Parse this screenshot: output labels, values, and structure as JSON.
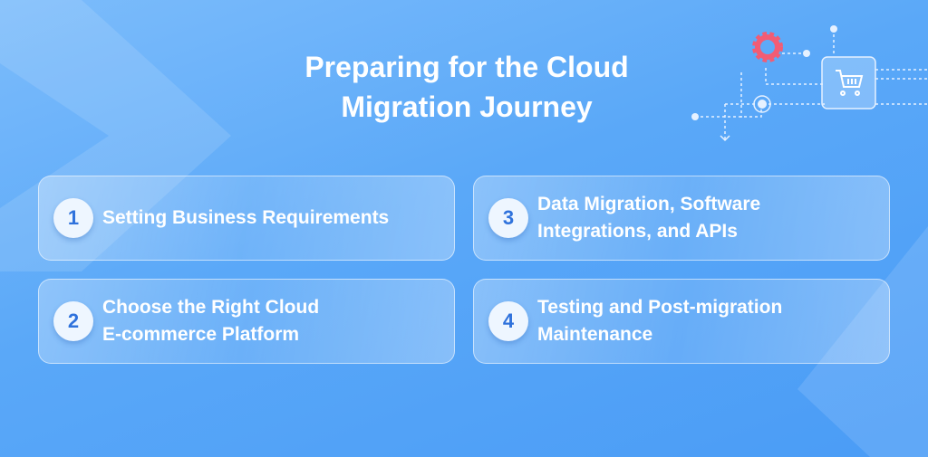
{
  "title": {
    "line1": "Preparing for the Cloud",
    "line2": "Migration Journey"
  },
  "steps": [
    {
      "num": "1",
      "line1": "Setting Business Requirements",
      "line2": ""
    },
    {
      "num": "2",
      "line1": "Choose the Right Cloud",
      "line2": "E-commerce Platform"
    },
    {
      "num": "3",
      "line1": "Data Migration, Software",
      "line2": "Integrations, and APIs"
    },
    {
      "num": "4",
      "line1": "Testing and Post-migration",
      "line2": "Maintenance"
    }
  ],
  "colors": {
    "gear": "#f25c74",
    "number": "#2f72dc"
  }
}
